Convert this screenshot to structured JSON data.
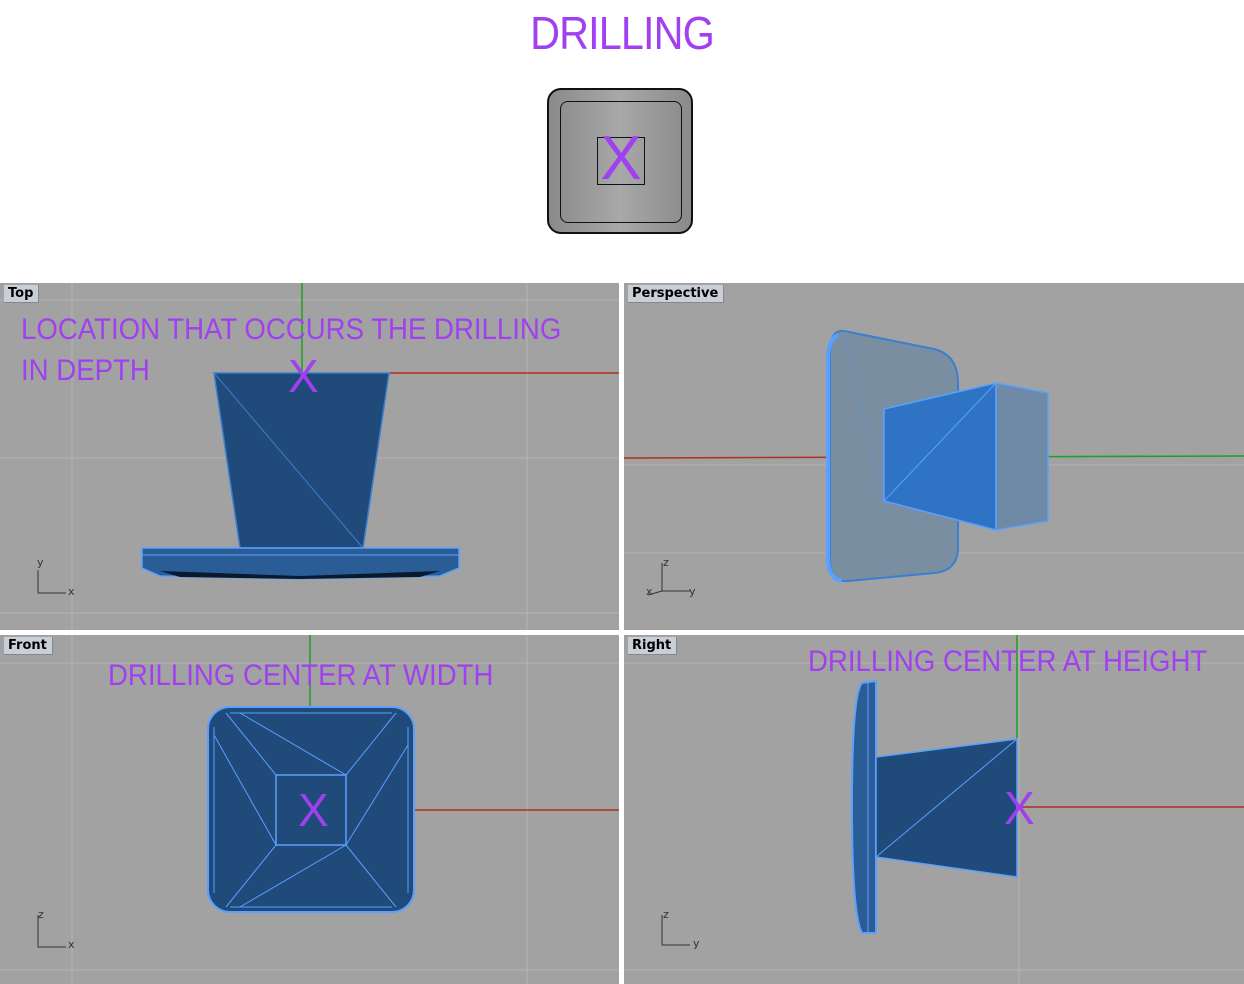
{
  "header": {
    "title": "DRILLING",
    "icon_mark": "X"
  },
  "viewports": {
    "top": {
      "label": "Top",
      "annotation_line1": "LOCATION THAT OCCURS THE DRILLING",
      "annotation_line2": "IN DEPTH",
      "mark": "X",
      "axis_h": "x",
      "axis_v": "y"
    },
    "perspective": {
      "label": "Perspective",
      "axis_h": "y",
      "axis_h2": "x",
      "axis_v": "z"
    },
    "front": {
      "label": "Front",
      "annotation": "DRILLING CENTER AT WIDTH",
      "mark": "X",
      "axis_h": "x",
      "axis_v": "z"
    },
    "right": {
      "label": "Right",
      "annotation": "DRILLING CENTER AT HEIGHT",
      "mark": "X",
      "axis_h": "y",
      "axis_v": "z"
    }
  },
  "colors": {
    "annotation": "#a040f0",
    "viewport_bg": "#a2a2a2",
    "object_dark": "#1f4a7a",
    "object_light": "#3a7fd0",
    "axis_x": "#b03020",
    "axis_y": "#20a020"
  }
}
